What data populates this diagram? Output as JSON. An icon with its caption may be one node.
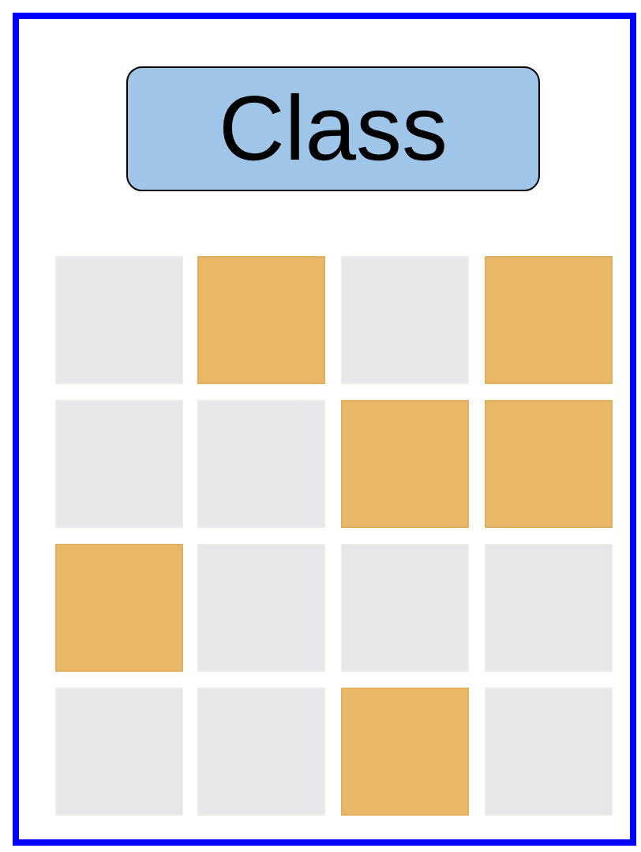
{
  "diagram": {
    "nodes": [
      {
        "text": [
          "Class"
        ]
      },
      {
        "text": [],
        "shape": "box"
      },
      {
        "text": [],
        "shape": "box"
      },
      {
        "text": [],
        "shape": "box"
      },
      {
        "text": [],
        "shape": "box"
      },
      {
        "text": [],
        "shape": "box"
      },
      {
        "text": [],
        "shape": "box"
      },
      {
        "text": [],
        "shape": "box"
      },
      {
        "text": [],
        "shape": "box"
      },
      {
        "text": [],
        "shape": "box"
      },
      {
        "text": [],
        "shape": "box"
      },
      {
        "text": [],
        "shape": "box"
      },
      {
        "text": [],
        "shape": "box"
      },
      {
        "text": [],
        "shape": "box"
      },
      {
        "text": [],
        "shape": "box"
      },
      {
        "text": [],
        "shape": "box"
      },
      {
        "text": [],
        "shape": "box"
      }
    ]
  }
}
